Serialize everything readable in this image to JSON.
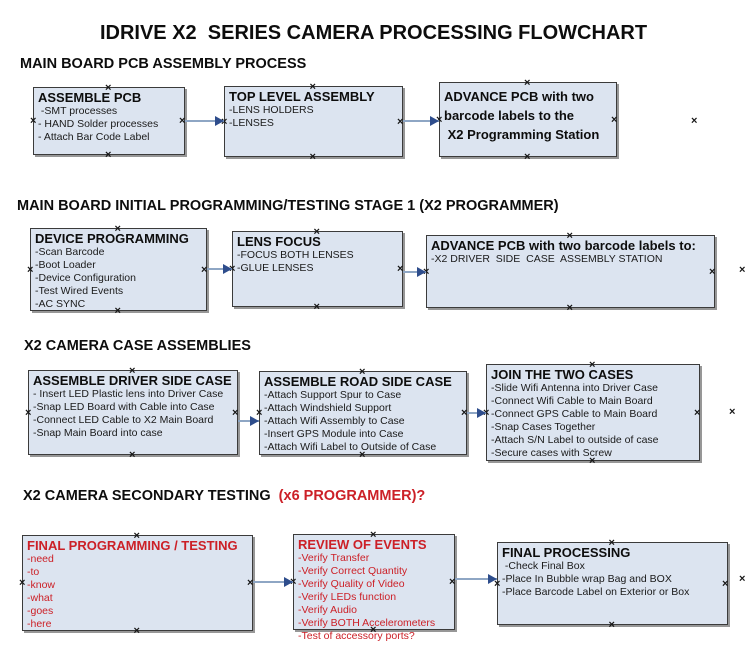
{
  "page_title": "IDRIVE X2  SERIES CAMERA PROCESSING FLOWCHART",
  "colors": {
    "box_fill": "#dce4f0",
    "box_border": "#3b3b3b",
    "box_shadow": "#979797",
    "red_text": "#cc2027",
    "arrow_line": "#8ea6c4",
    "arrow_head": "#2e4d8c"
  },
  "sections": [
    {
      "heading": "MAIN BOARD PCB ASSEMBLY PROCESS",
      "boxes": [
        {
          "title": "ASSEMBLE PCB",
          "lines": [
            " -SMT processes",
            "- HAND Solder processes",
            "- Attach Bar Code Label"
          ]
        },
        {
          "title": "TOP LEVEL ASSEMBLY",
          "lines": [
            "-LENS HOLDERS",
            "-LENSES"
          ]
        },
        {
          "title": "ADVANCE PCB with two",
          "lines": [
            "barcode labels to the",
            " X2 Programming Station"
          ]
        }
      ]
    },
    {
      "heading": "MAIN BOARD INITIAL PROGRAMMING/TESTING STAGE 1 (X2 PROGRAMMER)",
      "boxes": [
        {
          "title": "DEVICE PROGRAMMING",
          "lines": [
            "-Scan Barcode",
            "-Boot Loader",
            "-Device Configuration",
            "-Test Wired Events",
            "-AC SYNC"
          ]
        },
        {
          "title": "LENS FOCUS",
          "lines": [
            "-FOCUS BOTH LENSES",
            "-GLUE LENSES"
          ]
        },
        {
          "title": "ADVANCE PCB with two barcode labels to:",
          "lines": [
            "-X2 DRIVER  SIDE  CASE  ASSEMBLY STATION"
          ]
        }
      ]
    },
    {
      "heading": "X2 CAMERA CASE ASSEMBLIES",
      "boxes": [
        {
          "title": "ASSEMBLE DRIVER SIDE CASE",
          "lines": [
            "- Insert LED Plastic lens into Driver Case",
            "-Snap LED Board with Cable into Case",
            "-Connect LED Cable to X2 Main Board",
            "-Snap Main Board into case"
          ]
        },
        {
          "title": "ASSEMBLE ROAD SIDE CASE",
          "lines": [
            "-Attach Support Spur to Case",
            "-Attach Windshield Support",
            "-Attach Wifi Assembly to Case",
            "-Insert GPS Module into Case",
            "-Attach Wifi Label to Outside of Case"
          ]
        },
        {
          "title": "JOIN THE TWO CASES",
          "lines": [
            "-Slide Wifi Antenna into Driver Case",
            "-Connect Wifi Cable to Main Board",
            "-Connect GPS Cable to Main Board",
            "-Snap Cases Together",
            "-Attach S/N Label to outside of case",
            "-Secure cases with Screw"
          ]
        }
      ]
    },
    {
      "heading": "X2 CAMERA SECONDARY TESTING  ",
      "heading_red": "(x6 PROGRAMMER)?",
      "boxes": [
        {
          "title": "FINAL PROGRAMMING / TESTING",
          "lines": [
            "-need",
            "-to",
            "-know",
            "-what",
            "-goes",
            "-here"
          ]
        },
        {
          "title": "REVIEW OF EVENTS",
          "lines": [
            "-Verify Transfer",
            "-Verify Correct Quantity",
            "-Verify Quality of Video",
            "-Verify LEDs function",
            "-Verify Audio",
            "-Verify BOTH Accelerometers",
            "-Test of accessory ports?"
          ]
        },
        {
          "title": "FINAL PROCESSING",
          "lines": [
            " -Check Final Box",
            "-Place In Bubble wrap Bag and BOX",
            "-Place Barcode Label on Exterior or Box"
          ]
        }
      ]
    }
  ]
}
